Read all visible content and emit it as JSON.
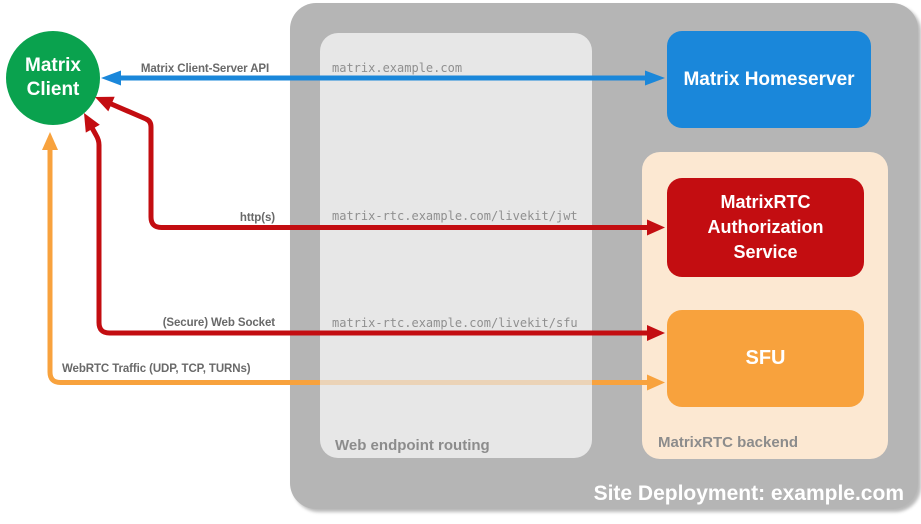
{
  "colors": {
    "green": "#0aa24e",
    "blue": "#1a87da",
    "red": "#c30d11",
    "orange": "#f8a23d",
    "peach": "#fce8d2",
    "gray_container": "#b5b5b5",
    "gray_light": "#e7e7e7",
    "gray_label": "#8c8c8c",
    "gray_edge_label": "#696969",
    "gray_route_text": "#8f8f8f",
    "node_text": "#ffffff"
  },
  "containers": {
    "site_deployment": {
      "label": "Site Deployment: example.com"
    },
    "web_endpoint_routing": {
      "label": "Web endpoint routing"
    },
    "matrixrtc_backend": {
      "label": "MatrixRTC backend"
    }
  },
  "nodes": {
    "matrix_client": {
      "label": "Matrix\nClient"
    },
    "matrix_homeserver": {
      "label": "Matrix Homeserver"
    },
    "auth_service": {
      "label": "MatrixRTC\nAuthorization\nService"
    },
    "sfu": {
      "label": "SFU"
    }
  },
  "edges": {
    "client_server_api": {
      "label": "Matrix Client-Server API",
      "route": "matrix.example.com",
      "from": "matrix_client",
      "to": "matrix_homeserver",
      "bidirectional": true
    },
    "https": {
      "label": "http(s)",
      "route": "matrix-rtc.example.com/livekit/jwt",
      "from": "matrix_client",
      "to": "auth_service",
      "bidirectional": true
    },
    "websocket": {
      "label": "(Secure) Web Socket",
      "route": "matrix-rtc.example.com/livekit/sfu",
      "from": "matrix_client",
      "to": "sfu",
      "bidirectional": true
    },
    "webrtc": {
      "label": "WebRTC Traffic (UDP, TCP, TURNs)",
      "from": "matrix_client",
      "to": "sfu",
      "bidirectional": true
    }
  }
}
